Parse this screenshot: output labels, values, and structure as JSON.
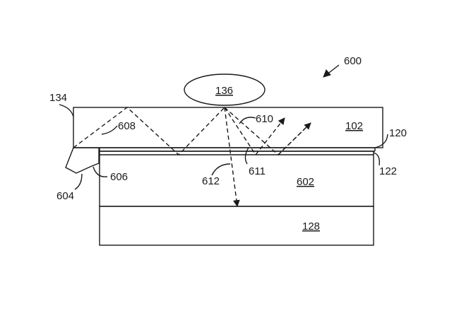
{
  "figure": {
    "ref_main": "600",
    "labels": {
      "object": "136",
      "cover": "102",
      "layer_120": "120",
      "layer_122": "122",
      "mid_block": "602",
      "base_block": "128",
      "edge_134": "134",
      "camera": "604",
      "r606": "606",
      "r608": "608",
      "r610": "610",
      "r611": "611",
      "r612": "612"
    }
  },
  "colors": {
    "line": "#1a1a1a",
    "background": "#ffffff"
  }
}
